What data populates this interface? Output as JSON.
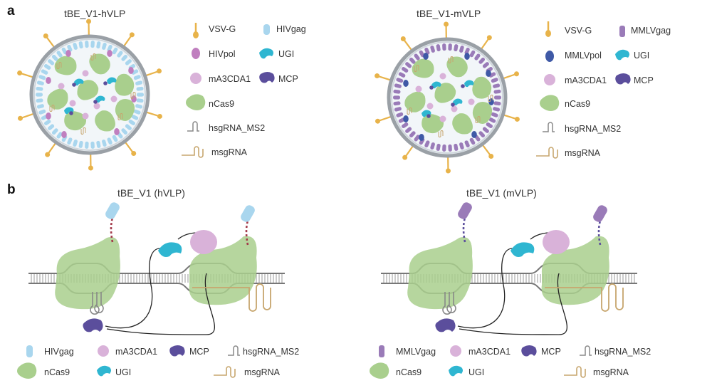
{
  "panel_a": {
    "letter": "a",
    "left_title": "tBE_V1-hVLP",
    "right_title": "tBE_V1-mVLP",
    "left_legend": {
      "vsvg": "VSV-G",
      "gag": "HIVgag",
      "pol": "HIVpol",
      "ugi": "UGI",
      "a3": "mA3CDA1",
      "mcp": "MCP",
      "cas9": "nCas9",
      "hsg": "hsgRNA_MS2",
      "msg": "msgRNA"
    },
    "right_legend": {
      "vsvg": "VSV-G",
      "gag": "MMLVgag",
      "pol": "MMLVpol",
      "ugi": "UGI",
      "a3": "mA3CDA1",
      "mcp": "MCP",
      "cas9": "nCas9",
      "hsg": "hsgRNA_MS2",
      "msg": "msgRNA"
    }
  },
  "panel_b": {
    "letter": "b",
    "left_title": "tBE_V1 (hVLP)",
    "right_title": "tBE_V1 (mVLP)",
    "left_legend": {
      "gag": "HIVgag",
      "a3": "mA3CDA1",
      "mcp": "MCP",
      "hsg": "hsgRNA_MS2",
      "cas9": "nCas9",
      "ugi": "UGI",
      "msg": "msgRNA"
    },
    "right_legend": {
      "gag": "MMLVgag",
      "a3": "mA3CDA1",
      "mcp": "MCP",
      "hsg": "hsgRNA_MS2",
      "cas9": "nCas9",
      "ugi": "UGI",
      "msg": "msgRNA"
    }
  },
  "colors": {
    "vsvg": "#e8b34a",
    "hiv_gag": "#a9d6ee",
    "hiv_pol": "#c07fbf",
    "mmlv_gag": "#9a7bb8",
    "mmlv_pol": "#3f59a6",
    "ugi": "#2fb6d1",
    "a3": "#d9b2d9",
    "mcp": "#5b4e9c",
    "cas9": "#a9cf8d",
    "hsg": "#888888",
    "msg": "#c7a66e",
    "dna": "#777777"
  }
}
